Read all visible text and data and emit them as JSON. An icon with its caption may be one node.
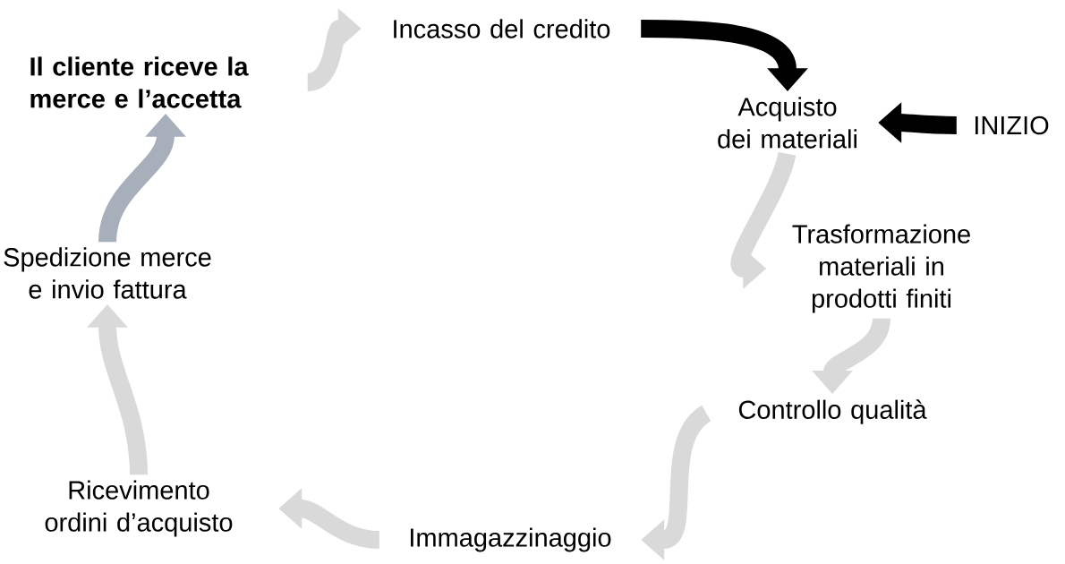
{
  "diagram": {
    "nodes": [
      {
        "text": [
          "Incasso del credito"
        ]
      },
      {
        "text": [
          "Acquisto dei materiali"
        ]
      },
      {
        "text": [
          "INIZIO"
        ]
      },
      {
        "text": [
          "Trasformazione materiali in prodotti finiti"
        ]
      },
      {
        "text": [
          "Controllo qualità"
        ]
      },
      {
        "text": [
          "Immagazzinaggio"
        ]
      },
      {
        "text": [
          "Ricevimento ordini d’acquisto"
        ]
      },
      {
        "text": [
          "Spedizione merce e invio fattura"
        ]
      },
      {
        "text": [
          "**Il cliente riceve la merce e l’accetta**"
        ]
      }
    ],
    "edges": [
      {
        "from": 0,
        "to": 1,
        "arrow": "to",
        "color": "#000000"
      },
      {
        "from": 1,
        "to": 3,
        "arrow": "to"
      },
      {
        "from": 3,
        "to": 4,
        "arrow": "to"
      },
      {
        "from": 4,
        "to": 5,
        "arrow": "to"
      },
      {
        "from": 5,
        "to": 6,
        "arrow": "to"
      },
      {
        "from": 6,
        "to": 7,
        "arrow": "to"
      },
      {
        "from": 7,
        "to": 8,
        "arrow": "to",
        "color": "#a7b0ba"
      },
      {
        "from": 8,
        "to": 0,
        "arrow": "to"
      },
      {
        "from": 2,
        "to": 1,
        "arrow": "to",
        "color": "#000000"
      }
    ]
  }
}
